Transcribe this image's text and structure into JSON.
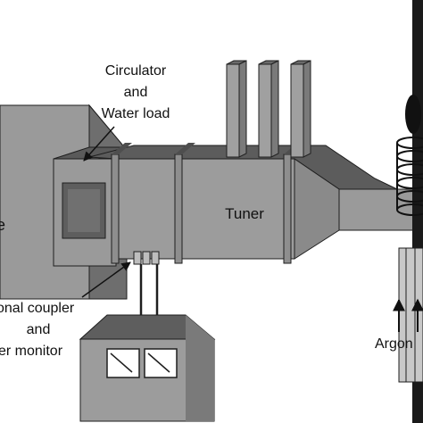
{
  "labels": {
    "circulator_line1": "Circulator",
    "circulator_line2": "and",
    "circulator_line3": "Water load",
    "tuner": "Tuner",
    "coupler_line1": "onal coupler",
    "coupler_line2": "and",
    "coupler_line3": "er monitor",
    "argon": "Argon",
    "left_cut": "e"
  },
  "colors": {
    "face_light": "#a9a9a9",
    "face_mid": "#8e8e8e",
    "face_dark": "#6e6e6e",
    "face_top": "#5a5a5a",
    "outline": "#1e1e1e"
  },
  "icons": [
    "arrow-icon",
    "gauge-icon",
    "coil-icon"
  ]
}
